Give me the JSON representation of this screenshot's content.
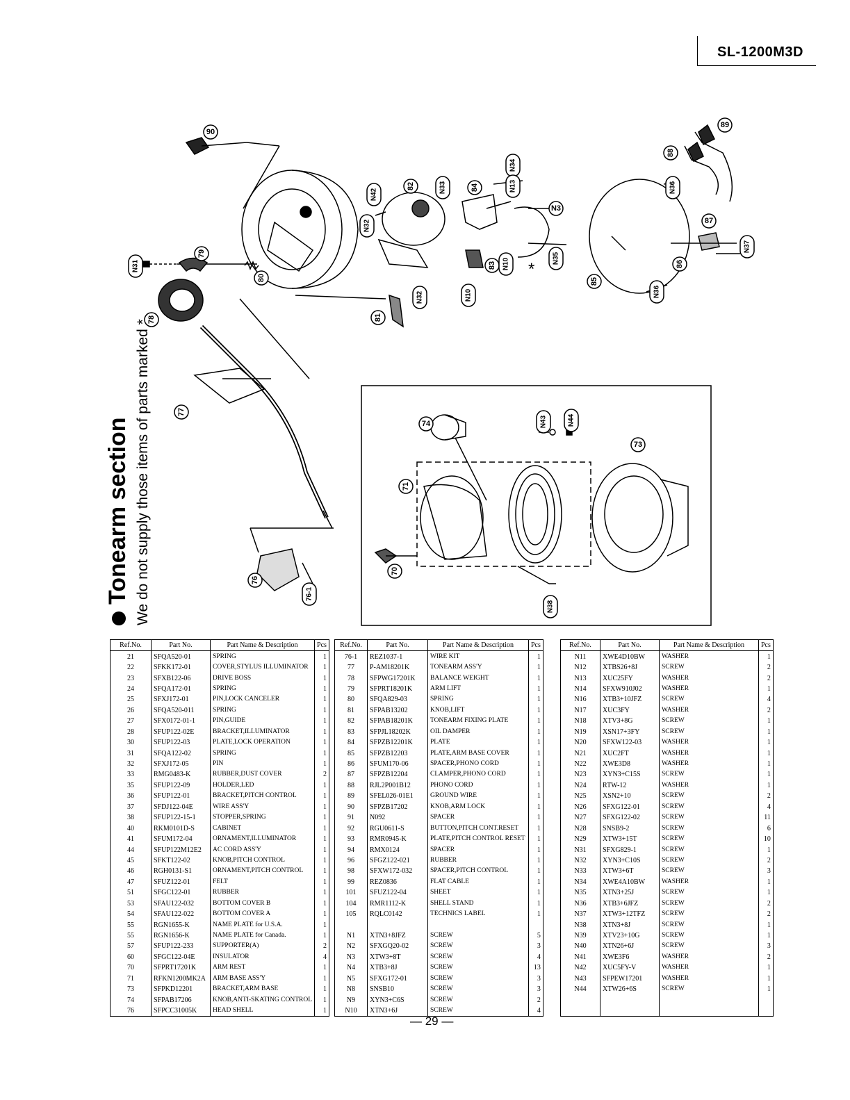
{
  "header": {
    "model": "SL-1200M3D"
  },
  "section": {
    "title": "Tonearm section",
    "note": "We do not supply those items of parts marked *."
  },
  "diagram": {
    "callouts": [
      "90",
      "79",
      "N31",
      "80",
      "78",
      "77",
      "76",
      "76-1",
      "N42",
      "82",
      "N32",
      "N33",
      "84",
      "N34",
      "N13",
      "N3",
      "N32",
      "N10",
      "83",
      "N10",
      "N35",
      "81",
      "88",
      "89",
      "N36",
      "87",
      "86",
      "N37",
      "85",
      "N36",
      "74",
      "N43",
      "N44",
      "71",
      "73",
      "70",
      "N38"
    ],
    "asterisk": "*"
  },
  "table_headers": {
    "ref": "Ref.No.",
    "part": "Part No.",
    "name": "Part Name & Description",
    "pcs": "Pcs"
  },
  "tables": [
    {
      "rows": [
        [
          "21",
          "SFQA520-01",
          "SPRING",
          "1"
        ],
        [
          "22",
          "SFKK172-01",
          "COVER,STYLUS ILLUMINATOR",
          "1"
        ],
        [
          "23",
          "SFXB122-06",
          "DRIVE BOSS",
          "1"
        ],
        [
          "24",
          "SFQA172-01",
          "SPRING",
          "1"
        ],
        [
          "25",
          "SFXJ172-01",
          "PIN,LOCK CANCELER",
          "1"
        ],
        [
          "26",
          "SFQA520-011",
          "SPRING",
          "1"
        ],
        [
          "27",
          "SFX0172-01-1",
          "PIN,GUIDE",
          "1"
        ],
        [
          "28",
          "SFUP122-02E",
          "BRACKET,ILLUMINATOR",
          "1"
        ],
        [
          "30",
          "SFUP122-03",
          "PLATE,LOCK OPERATION",
          "1"
        ],
        [
          "31",
          "SFQA122-02",
          "SPRING",
          "1"
        ],
        [
          "32",
          "SFXJ172-05",
          "PIN",
          "1"
        ],
        [
          "33",
          "RMG0483-K",
          "RUBBER,DUST COVER",
          "2"
        ],
        [
          "35",
          "SFUP122-09",
          "HOLDER,LED",
          "1"
        ],
        [
          "36",
          "SFUP122-01",
          "BRACKET,PITCH CONTROL",
          "1"
        ],
        [
          "37",
          "SFDJ122-04E",
          "WIRE ASS'Y",
          "1"
        ],
        [
          "38",
          "SFUP122-15-1",
          "STOPPER,SPRING",
          "1"
        ],
        [
          "40",
          "RKM0101D-S",
          "CABINET",
          "1"
        ],
        [
          "41",
          "SFUM172-04",
          "ORNAMENT,ILLUMINATOR",
          "1"
        ],
        [
          "44",
          "SFUP122M12E2",
          "AC CORD ASS'Y",
          "1"
        ],
        [
          "45",
          "SFKT122-02",
          "KNOB,PITCH CONTROL",
          "1"
        ],
        [
          "46",
          "RGH0131-S1",
          "ORNAMENT,PITCH CONTROL",
          "1"
        ],
        [
          "47",
          "SFUZ122-01",
          "FELT",
          "1"
        ],
        [
          "51",
          "SFGC122-01",
          "RUBBER",
          "1"
        ],
        [
          "53",
          "SFAU122-032",
          "BOTTOM COVER B",
          "1"
        ],
        [
          "54",
          "SFAU122-022",
          "BOTTOM COVER A",
          "1"
        ],
        [
          "55",
          "RGN1655-K",
          "NAME PLATE for U.S.A.",
          "1"
        ],
        [
          "55",
          "RGN1656-K",
          "NAME PLATE for Canada.",
          "1"
        ],
        [
          "57",
          "SFUP122-233",
          "SUPPORTER(A)",
          "2"
        ],
        [
          "60",
          "SFGC122-04E",
          "INSULATOR",
          "4"
        ],
        [
          "70",
          "SFPRT17201K",
          "ARM REST",
          "1"
        ],
        [
          "71",
          "RFKN1200MK2A",
          "ARM BASE ASS'Y",
          "1"
        ],
        [
          "73",
          "SFPKD12201",
          "BRACKET,ARM BASE",
          "1"
        ],
        [
          "74",
          "SFPAB17206",
          "KNOB,ANTI-SKATING CONTROL",
          "1"
        ],
        [
          "76",
          "SFPCC31005K",
          "HEAD SHELL",
          "1"
        ]
      ]
    },
    {
      "rows": [
        [
          "76-1",
          "REZ1037-1",
          "WIRE KIT",
          "1"
        ],
        [
          "77",
          "P-AM18201K",
          "TONEARM ASS'Y",
          "1"
        ],
        [
          "78",
          "SFPWG17201K",
          "BALANCE WEIGHT",
          "1"
        ],
        [
          "79",
          "SFPRT18201K",
          "ARM LIFT",
          "1"
        ],
        [
          "80",
          "SFQA829-03",
          "SPRING",
          "1"
        ],
        [
          "81",
          "SFPAB13202",
          "KNOB,LIFT",
          "1"
        ],
        [
          "82",
          "SFPAB18201K",
          "TONEARM FIXING PLATE",
          "1"
        ],
        [
          "83",
          "SFPJL18202K",
          "OIL DAMPER",
          "1"
        ],
        [
          "84",
          "SFPZB12201K",
          "PLATE",
          "1"
        ],
        [
          "85",
          "SFPZB12203",
          "PLATE,ARM BASE COVER",
          "1"
        ],
        [
          "86",
          "SFUM170-06",
          "SPACER,PHONO CORD",
          "1"
        ],
        [
          "87",
          "SFPZB12204",
          "CLAMPER,PHONO CORD",
          "1"
        ],
        [
          "88",
          "RJL2P001B12",
          "PHONO CORD",
          "1"
        ],
        [
          "89",
          "SFEL026-01E1",
          "GROUND WIRE",
          "1"
        ],
        [
          "90",
          "SFPZB17202",
          "KNOB,ARM LOCK",
          "1"
        ],
        [
          "91",
          "N092",
          "SPACER",
          "1"
        ],
        [
          "92",
          "RGU0611-S",
          "BUTTON,PITCH CONT.RESET",
          "1"
        ],
        [
          "93",
          "RMR0945-K",
          "PLATE,PITCH CONTROL RESET",
          "1"
        ],
        [
          "94",
          "RMX0124",
          "SPACER",
          "1"
        ],
        [
          "96",
          "SFGZ122-021",
          "RUBBER",
          "1"
        ],
        [
          "98",
          "SFXW172-032",
          "SPACER,PITCH CONTROL",
          "1"
        ],
        [
          "99",
          "REZ0836",
          "FLAT CABLE",
          "1"
        ],
        [
          "101",
          "SFUZ122-04",
          "SHEET",
          "1"
        ],
        [
          "104",
          "RMR1112-K",
          "SHELL STAND",
          "1"
        ],
        [
          "105",
          "RQLC0142",
          "TECHNICS LABEL",
          "1"
        ],
        [
          "",
          "",
          "",
          ""
        ],
        [
          "N1",
          "XTN3+8JFZ",
          "SCREW",
          "5"
        ],
        [
          "N2",
          "SFXGQ20-02",
          "SCREW",
          "3"
        ],
        [
          "N3",
          "XTW3+8T",
          "SCREW",
          "4"
        ],
        [
          "N4",
          "XTB3+8J",
          "SCREW",
          "13"
        ],
        [
          "N5",
          "SFXG172-01",
          "SCREW",
          "3"
        ],
        [
          "N8",
          "SNSB10",
          "SCREW",
          "3"
        ],
        [
          "N9",
          "XYN3+C6S",
          "SCREW",
          "2"
        ],
        [
          "N10",
          "XTN3+6J",
          "SCREW",
          "4"
        ]
      ]
    },
    {
      "rows": [
        [
          "N11",
          "XWE4D10BW",
          "WASHER",
          "1"
        ],
        [
          "N12",
          "XTBS26+8J",
          "SCREW",
          "2"
        ],
        [
          "N13",
          "XUC25FY",
          "WASHER",
          "2"
        ],
        [
          "N14",
          "SFXW910J02",
          "WASHER",
          "1"
        ],
        [
          "N16",
          "XTB3+10JFZ",
          "SCREW",
          "4"
        ],
        [
          "N17",
          "XUC3FY",
          "WASHER",
          "2"
        ],
        [
          "N18",
          "XTV3+8G",
          "SCREW",
          "1"
        ],
        [
          "N19",
          "XSN17+3FY",
          "SCREW",
          "1"
        ],
        [
          "N20",
          "SFXW122-03",
          "WASHER",
          "1"
        ],
        [
          "N21",
          "XUC2FT",
          "WASHER",
          "1"
        ],
        [
          "N22",
          "XWE3D8",
          "WASHER",
          "1"
        ],
        [
          "N23",
          "XYN3+C15S",
          "SCREW",
          "1"
        ],
        [
          "N24",
          "RTW-12",
          "WASHER",
          "1"
        ],
        [
          "N25",
          "XSN2+10",
          "SCREW",
          "2"
        ],
        [
          "N26",
          "SFXG122-01",
          "SCREW",
          "4"
        ],
        [
          "N27",
          "SFXG122-02",
          "SCREW",
          "11"
        ],
        [
          "N28",
          "SNSB9-2",
          "SCREW",
          "6"
        ],
        [
          "N29",
          "XTW3+15T",
          "SCREW",
          "10"
        ],
        [
          "N31",
          "SFXG829-1",
          "SCREW",
          "1"
        ],
        [
          "N32",
          "XYN3+C10S",
          "SCREW",
          "2"
        ],
        [
          "N33",
          "XTW3+6T",
          "SCREW",
          "3"
        ],
        [
          "N34",
          "XWE4A10BW",
          "WASHER",
          "1"
        ],
        [
          "N35",
          "XTN3+25J",
          "SCREW",
          "1"
        ],
        [
          "N36",
          "XTB3+6JFZ",
          "SCREW",
          "2"
        ],
        [
          "N37",
          "XTW3+12TFZ",
          "SCREW",
          "2"
        ],
        [
          "N38",
          "XTN3+8J",
          "SCREW",
          "1"
        ],
        [
          "N39",
          "XTV23+10G",
          "SCREW",
          "1"
        ],
        [
          "N40",
          "XTN26+6J",
          "SCREW",
          "3"
        ],
        [
          "N41",
          "XWE3F6",
          "WASHER",
          "2"
        ],
        [
          "N42",
          "XUC5FY-V",
          "WASHER",
          "1"
        ],
        [
          "N43",
          "SFPEW17201",
          "WASHER",
          "1"
        ],
        [
          "N44",
          "XTW26+6S",
          "SCREW",
          "1"
        ],
        [
          "",
          "",
          "",
          ""
        ],
        [
          "",
          "",
          "",
          ""
        ]
      ]
    }
  ],
  "footer": {
    "page": "— 29 —"
  }
}
